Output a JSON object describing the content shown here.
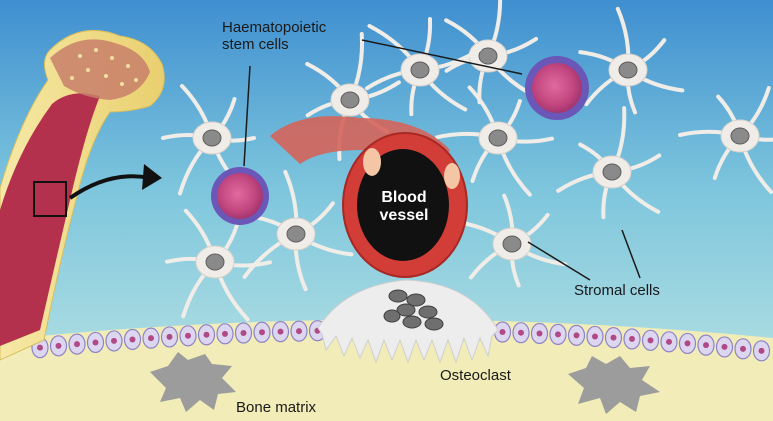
{
  "diagram": {
    "labels": {
      "hsc_line1": "Haematopoietic",
      "hsc_line2": "stem cells",
      "vessel_line1": "Blood",
      "vessel_line2": "vessel",
      "stromal": "Stromal cells",
      "osteoclast": "Osteoclast",
      "bone_matrix": "Bone matrix"
    },
    "colors": {
      "sky_top": "#3f8fd0",
      "sky_mid": "#7ec6dd",
      "sky_bottom": "#bfe6e4",
      "bone_matrix": "#f1ecb8",
      "bone_shaft": "#f2e08c",
      "marrow": "#b4314d",
      "stromal_cell": "#f0ece8",
      "stromal_nucleus": "#8a8a8a",
      "stem_cell_outer": "#6b57b8",
      "stem_cell_inner": "#c2467f",
      "vessel_wall": "#d23d37",
      "vessel_lumen": "#111111",
      "lining_cell": "#ddd6f0",
      "lining_nucleus": "#b04a86",
      "osteoclast": "#ededed",
      "osteocyte_shadow": "#9c9c9c"
    }
  }
}
